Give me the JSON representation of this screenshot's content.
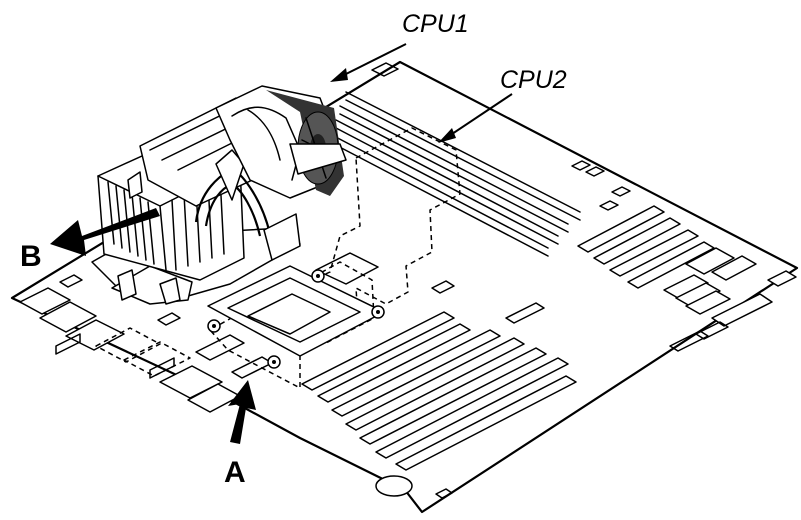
{
  "labels": {
    "cpu1": "CPU1",
    "cpu2": "CPU2",
    "arrow_a": "A",
    "arrow_b": "B"
  },
  "colors": {
    "line": "#000000",
    "background": "#ffffff",
    "fan_dark": "#333333",
    "heatsink_grey": "#d9d9d9"
  }
}
